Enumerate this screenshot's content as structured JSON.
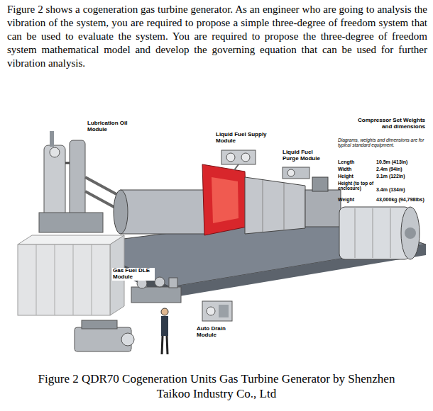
{
  "diagram": {
    "caption": "Figure 2 QDR70 Cogeneration Units Gas Turbine Generator by Shenzhen Taikoo Industry Co., Ltd",
    "labels": [
      "Figure 2 shows a cogeneration gas turbine generator. As an engineer who are going to analysis the vibration of the system, you are required to propose a simple three-degree of freedom system that can be used to evaluate the system. You are required to propose the three-degree of freedom system mathematical model and develop the governing equation that can be used for further vibration analysis.",
      "Lubrication Oil Module",
      "Liquid Fuel Supply Module",
      "Liquid Fuel Purge Module",
      "Compressor Set Weights and dimensions",
      "Diagrams, weights and dimensions are for typical standard equipment.",
      "Length",
      "10.5m (413in)",
      "Width",
      "2.4m (94in)",
      "Height",
      "3.1m (122in)",
      "Height (to top of enclosure)",
      "3.4m (134m)",
      "Weight",
      "43,000kg (94,798lbs)",
      "Gas Fuel DLE Module",
      "Auto Drain Module"
    ]
  }
}
